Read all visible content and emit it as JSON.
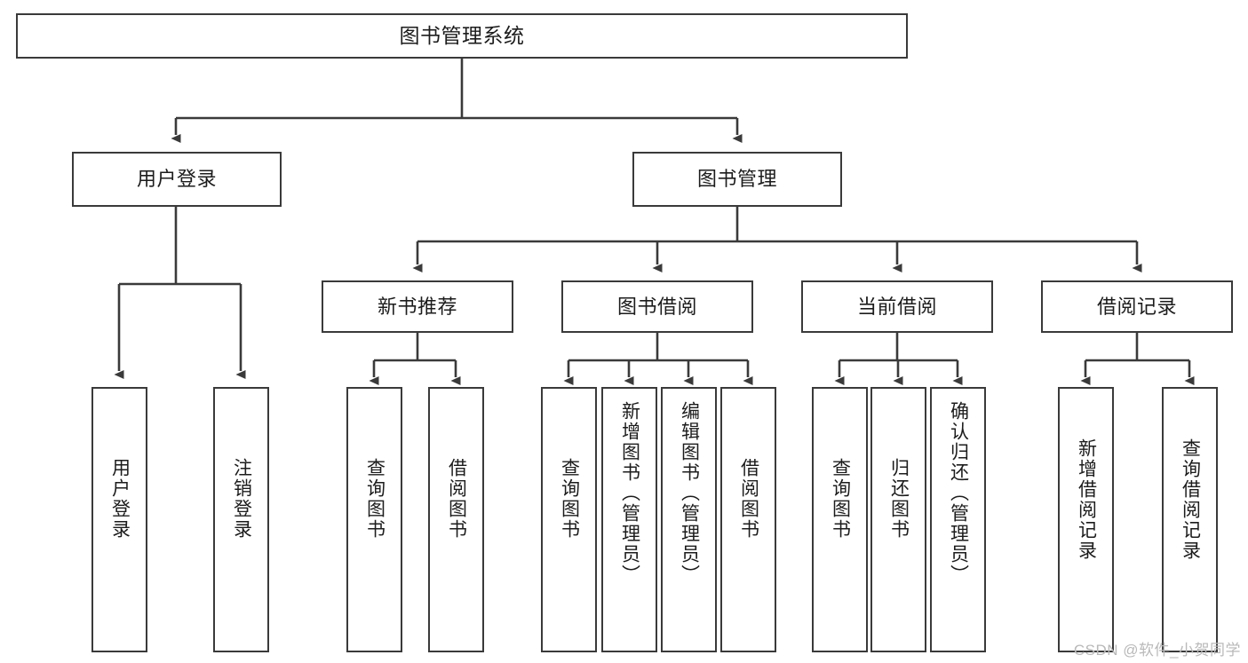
{
  "diagram": {
    "title": "图书管理系统",
    "type": "hierarchy-tree",
    "colors": {
      "box_border": "#3a3a3a",
      "box_fill": "#ffffff",
      "connector": "#3a3a3a",
      "text": "#1c1c1c",
      "watermark": "#b9b9b9",
      "background": "#ffffff"
    },
    "watermark": "CSDN @软件_小贺同学"
  },
  "nodes": {
    "root": {
      "label": "图书管理系统"
    },
    "level2": [
      {
        "id": "user-login",
        "label": "用户登录"
      },
      {
        "id": "book-management",
        "label": "图书管理"
      }
    ],
    "level3": [
      {
        "id": "new-book-recommend",
        "label": "新书推荐"
      },
      {
        "id": "book-borrow",
        "label": "图书借阅"
      },
      {
        "id": "current-borrow",
        "label": "当前借阅"
      },
      {
        "id": "borrow-record",
        "label": "借阅记录"
      }
    ],
    "leaves": {
      "user_login": [
        {
          "id": "user-login-leaf",
          "label": "用户登录"
        },
        {
          "id": "logout-leaf",
          "label": "注销登录"
        }
      ],
      "new_book_recommend": [
        {
          "id": "query-book-1",
          "label": "查询图书"
        },
        {
          "id": "borrow-book-1",
          "label": "借阅图书"
        }
      ],
      "book_borrow": [
        {
          "id": "query-book-2",
          "label": "查询图书"
        },
        {
          "id": "add-book-admin",
          "label": "新增图书（管理员）"
        },
        {
          "id": "edit-book-admin",
          "label": "编辑图书（管理员）"
        },
        {
          "id": "borrow-book-2",
          "label": "借阅图书"
        }
      ],
      "current_borrow": [
        {
          "id": "query-book-3",
          "label": "查询图书"
        },
        {
          "id": "return-book",
          "label": "归还图书"
        },
        {
          "id": "confirm-return-admin",
          "label": "确认归还（管理员）"
        }
      ],
      "borrow_record": [
        {
          "id": "add-borrow-record",
          "label": "新增借阅记录"
        },
        {
          "id": "query-borrow-record",
          "label": "查询借阅记录"
        }
      ]
    }
  },
  "chart_data": {
    "type": "table",
    "title": "图书管理系统",
    "tree": [
      {
        "label": "用户登录",
        "children": [
          {
            "label": "用户登录",
            "children": []
          },
          {
            "label": "注销登录",
            "children": []
          }
        ]
      },
      {
        "label": "图书管理",
        "children": [
          {
            "label": "新书推荐",
            "children": [
              {
                "label": "查询图书"
              },
              {
                "label": "借阅图书"
              }
            ]
          },
          {
            "label": "图书借阅",
            "children": [
              {
                "label": "查询图书"
              },
              {
                "label": "新增图书（管理员）"
              },
              {
                "label": "编辑图书（管理员）"
              },
              {
                "label": "借阅图书"
              }
            ]
          },
          {
            "label": "当前借阅",
            "children": [
              {
                "label": "查询图书"
              },
              {
                "label": "归还图书"
              },
              {
                "label": "确认归还（管理员）"
              }
            ]
          },
          {
            "label": "借阅记录",
            "children": [
              {
                "label": "新增借阅记录"
              },
              {
                "label": "查询借阅记录"
              }
            ]
          }
        ]
      }
    ]
  }
}
